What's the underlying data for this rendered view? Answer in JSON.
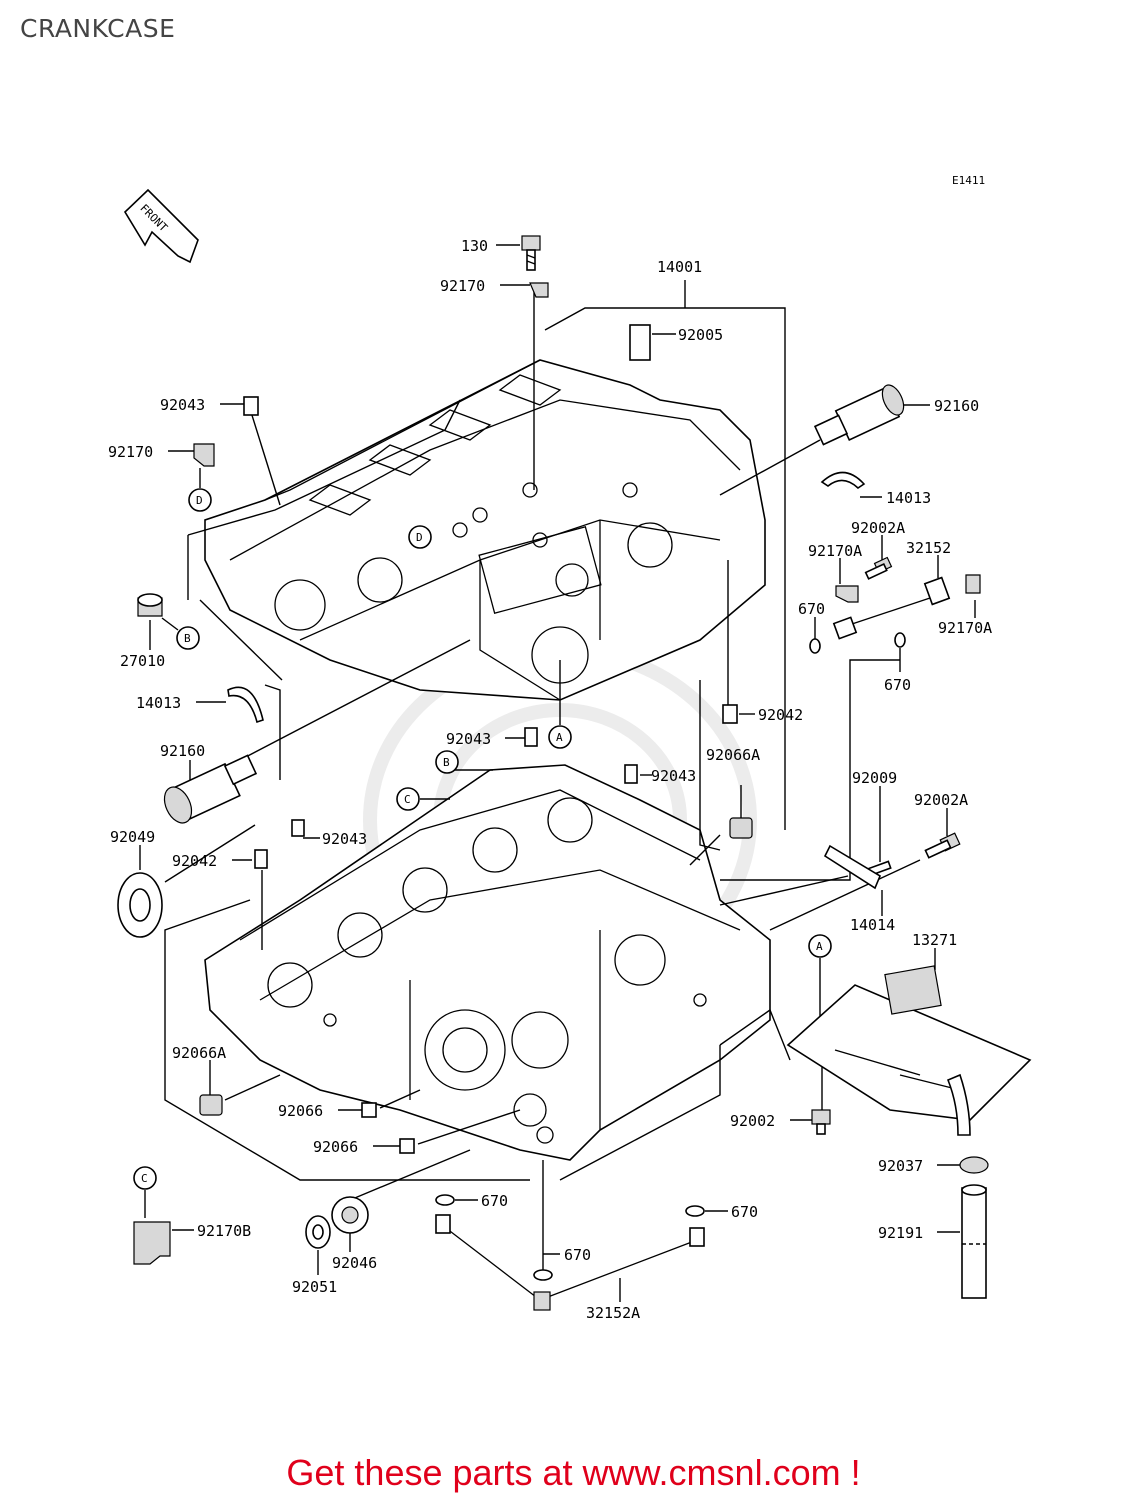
{
  "page": {
    "title": "CRANKCASE"
  },
  "diagram": {
    "code": "E1411",
    "front_arrow": "FRONT",
    "callouts": [
      "A",
      "B",
      "C",
      "D"
    ],
    "parts": {
      "p130": "130",
      "p92170": "92170",
      "p14001": "14001",
      "p92005": "92005",
      "p92043_top": "92043",
      "p92170_left": "92170",
      "p92160_right": "92160",
      "p14013_right": "14013",
      "p92002A_top": "92002A",
      "p92170A_left": "92170A",
      "p32152": "32152",
      "p670_a": "670",
      "p92170A_right": "92170A",
      "p670_b": "670",
      "p27010": "27010",
      "p14013_left": "14013",
      "p92042_right": "92042",
      "p92043_mid": "92043",
      "p92160_left": "92160",
      "p92043_b": "92043",
      "p92066A_top": "92066A",
      "p92009": "92009",
      "p92002A_mid": "92002A",
      "p92043_c": "92043",
      "p92049": "92049",
      "p92042_left": "92042",
      "p14014": "14014",
      "p13271": "13271",
      "p92066A_left": "92066A",
      "p92066_a": "92066",
      "p92066_b": "92066",
      "p92002": "92002",
      "p92037": "92037",
      "p670_c": "670",
      "p670_d": "670",
      "p92170B": "92170B",
      "p670_e": "670",
      "p92191": "92191",
      "p92046": "92046",
      "p92051": "92051",
      "p32152A": "32152A"
    }
  },
  "footer": {
    "cta": "Get these parts at www.cmsnl.com !"
  },
  "colors": {
    "cta": "#e0001b",
    "line": "#000000",
    "background": "#ffffff"
  }
}
